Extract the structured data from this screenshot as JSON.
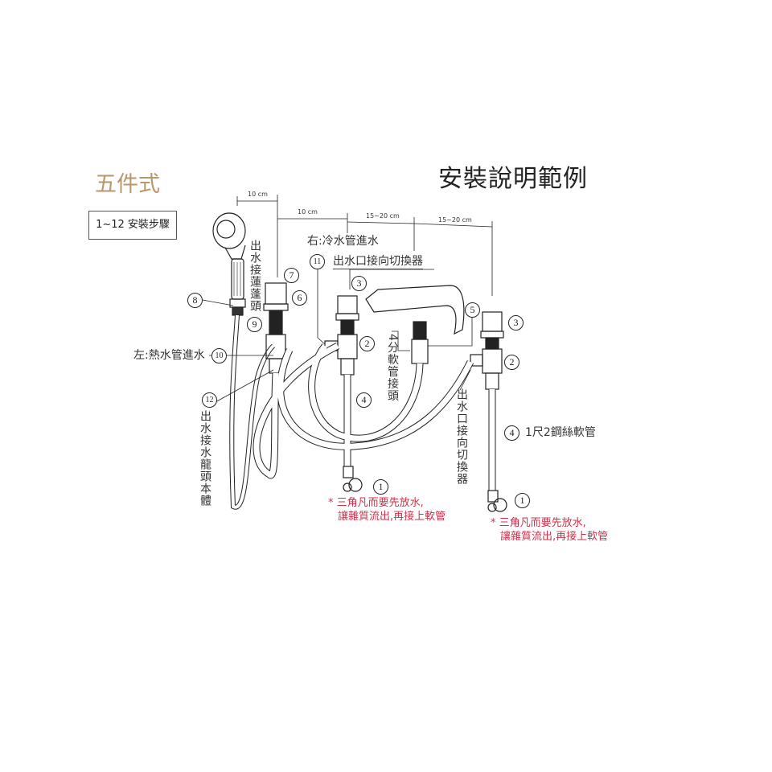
{
  "header": {
    "subtitle": "五件式",
    "steps_box": "1~12 安裝步驟",
    "title": "安裝說明範例"
  },
  "dimensions": [
    "10 cm",
    "10 cm",
    "15~20 cm",
    "15~20 cm"
  ],
  "labels": {
    "cold_in": "右:冷水管進水",
    "outlet_to_diverter_top": "出水口接向切換器",
    "shower_outlet": "出水接蓮蓬頭",
    "hot_in": "左:熱水管進水",
    "faucet_outlet": "出水接水龍頭本體",
    "hose_fitting": "4分軟管接頭",
    "outlet_to_diverter_side": "出水口接向切換器",
    "steel_hose": "1尺2鋼絲軟管"
  },
  "steps": {
    "s8": "8",
    "s9": "9",
    "s7": "7",
    "s6": "6",
    "s11": "11",
    "s3a": "3",
    "s2a": "2",
    "s4a": "4",
    "s1a": "1",
    "s5": "5",
    "s3b": "3",
    "s2b": "2",
    "s4b": "4",
    "s1b": "1",
    "s10": "10",
    "s12": "12"
  },
  "notes": {
    "note1_line1": "* 三角凡而要先放水,",
    "note1_line2": "讓雜質流出,再接上軟管",
    "note2_line1": "* 三角凡而要先放水,",
    "note2_line2": "讓雜質流出,再接上軟管"
  },
  "colors": {
    "accent_gold": "#b8976a",
    "note_red": "#d0304a"
  }
}
